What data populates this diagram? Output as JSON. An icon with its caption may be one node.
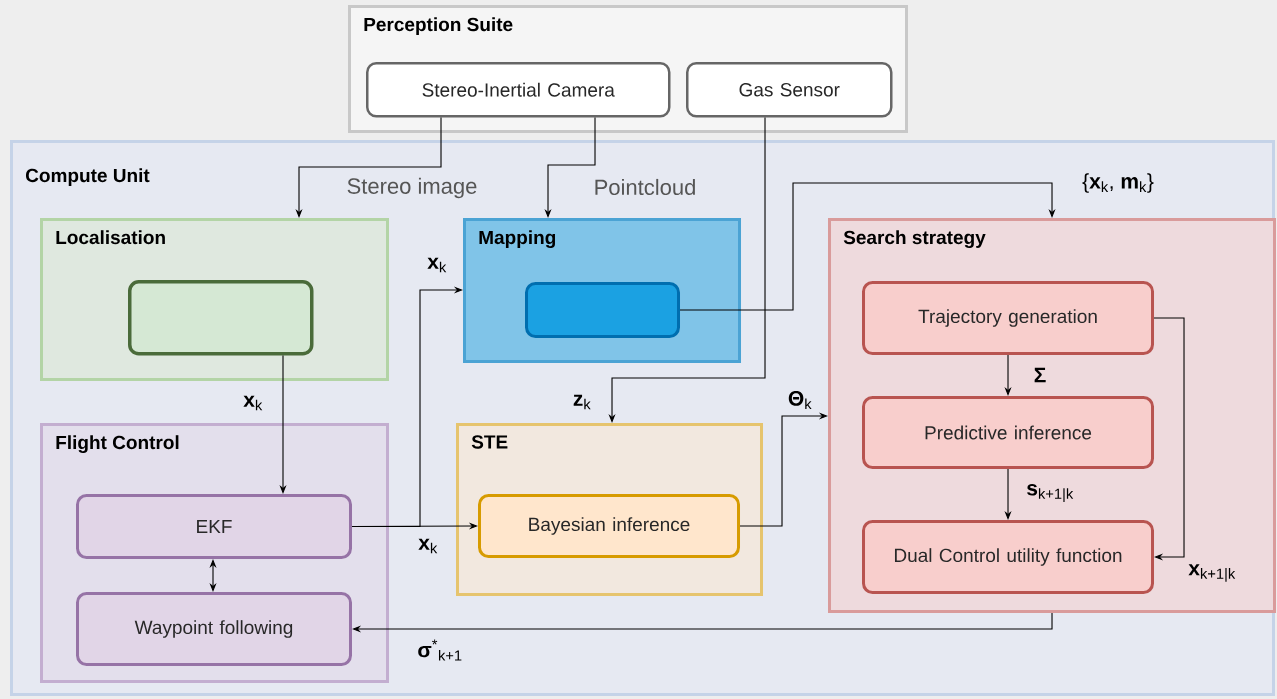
{
  "diagram": {
    "nodes": [
      {
        "text": [
          "Perception Suite"
        ]
      },
      {
        "text": [
          "Stereo-Inertial Camera"
        ],
        "in": 0
      },
      {
        "text": [
          "Gas Sensor"
        ],
        "in": 0
      },
      {
        "text": [
          "Compute Unit"
        ]
      },
      {
        "text": [
          "Localisation"
        ],
        "in": 3
      },
      {
        "text": [],
        "shape": "box",
        "in": 4
      },
      {
        "text": [
          "Mapping"
        ],
        "in": 3
      },
      {
        "text": [],
        "shape": "box",
        "in": 6
      },
      {
        "text": [
          "Search strategy"
        ],
        "in": 3
      },
      {
        "text": [
          "Trajectory generation"
        ],
        "in": 8
      },
      {
        "text": [
          "Predictive inference"
        ],
        "in": 8
      },
      {
        "text": [
          "Dual Control utility function"
        ],
        "in": 8
      },
      {
        "text": [
          "Flight Control"
        ],
        "in": 3
      },
      {
        "text": [
          "EKF"
        ],
        "in": 12
      },
      {
        "text": [
          "Waypoint following"
        ],
        "in": 12
      },
      {
        "text": [
          "STE"
        ],
        "in": 3
      },
      {
        "text": [
          "Bayesian inference"
        ],
        "in": 15
      }
    ],
    "edges": [
      {
        "from": 1,
        "to": 4,
        "arrow": "to",
        "label": "Stereo image"
      },
      {
        "from": 1,
        "to": 6,
        "arrow": "to",
        "label": "Pointcloud"
      },
      {
        "from": 2,
        "to": 15,
        "arrow": "to",
        "label": "**z**$_{k}$"
      },
      {
        "from": 7,
        "to": 8,
        "arrow": "to",
        "label": "{**x**$_{k}$, **m**$_{k}$}"
      },
      {
        "from": 5,
        "to": 13,
        "arrow": "to",
        "label": "**x**$_{k}$"
      },
      {
        "from": 13,
        "to": 16,
        "arrow": "to",
        "label": "**x**$_{k}$"
      },
      {
        "from": 13,
        "to": 6,
        "arrow": "to",
        "label": "**x**$_{k}$"
      },
      {
        "from": 16,
        "to": 8,
        "arrow": "to",
        "label": "**Θ**$_{k}$"
      },
      {
        "from": 9,
        "to": 10,
        "arrow": "to",
        "label": "Σ"
      },
      {
        "from": 10,
        "to": 11,
        "arrow": "to",
        "label": "**s**$_{k+1|k}$"
      },
      {
        "from": 9,
        "to": 11,
        "arrow": "to",
        "label": "**x**$_{k+1|k}$"
      },
      {
        "from": 13,
        "to": 14,
        "arrow": "both"
      },
      {
        "from": 8,
        "to": 14,
        "arrow": "to",
        "label": "**σ**$^{*}$$_{k+1}$"
      }
    ]
  }
}
